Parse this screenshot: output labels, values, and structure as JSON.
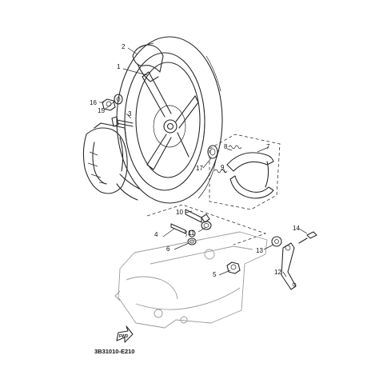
{
  "diagram": {
    "code": "3B31010-E210",
    "direction_mark": "FWD",
    "callouts": [
      "1",
      "2",
      "3",
      "4",
      "5",
      "6",
      "7",
      "8",
      "9",
      "10",
      "11",
      "12",
      "13",
      "14",
      "15",
      "16",
      "17"
    ]
  }
}
